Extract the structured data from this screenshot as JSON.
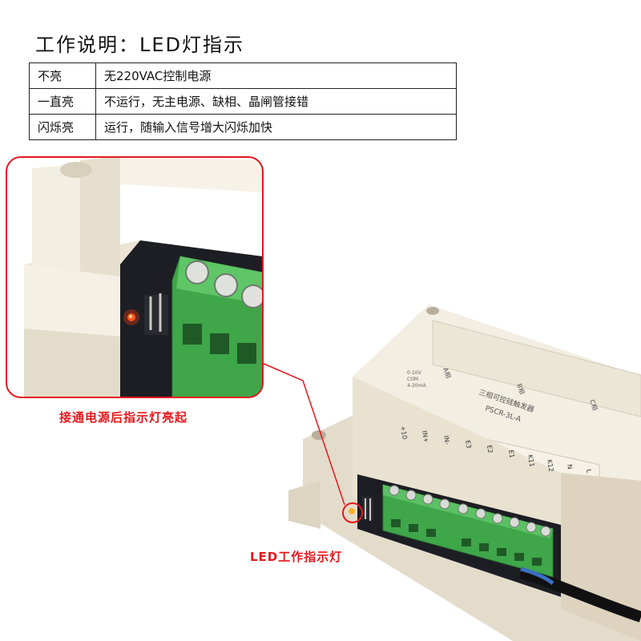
{
  "title": "工作说明：LED灯指示",
  "table": {
    "rows": [
      {
        "state": "不亮",
        "desc": "无220VAC控制电源"
      },
      {
        "state": "一直亮",
        "desc": "不运行，无主电源、缺相、晶闸管接错"
      },
      {
        "state": "闪烁亮",
        "desc": "运行，随输入信号增大闪烁加快"
      }
    ]
  },
  "captions": {
    "power_on": "接通电源后指示灯亮起",
    "led": "LED工作指示灯"
  },
  "device": {
    "name": "三相可控硅触发器",
    "model": "PSCR-3L-A",
    "input_range": [
      "0-10V",
      "COM",
      "4-20mA"
    ],
    "terminals": [
      "+10",
      "IN+",
      "IN-",
      "E3",
      "E2",
      "E1",
      "K11",
      "K12",
      "N",
      "L"
    ],
    "phase_labels": [
      "A相",
      "B相",
      "C相"
    ]
  },
  "colors": {
    "accent_red": "#e5171c",
    "housing": "#efe8d8",
    "terminal_green": "#3fa64a"
  }
}
